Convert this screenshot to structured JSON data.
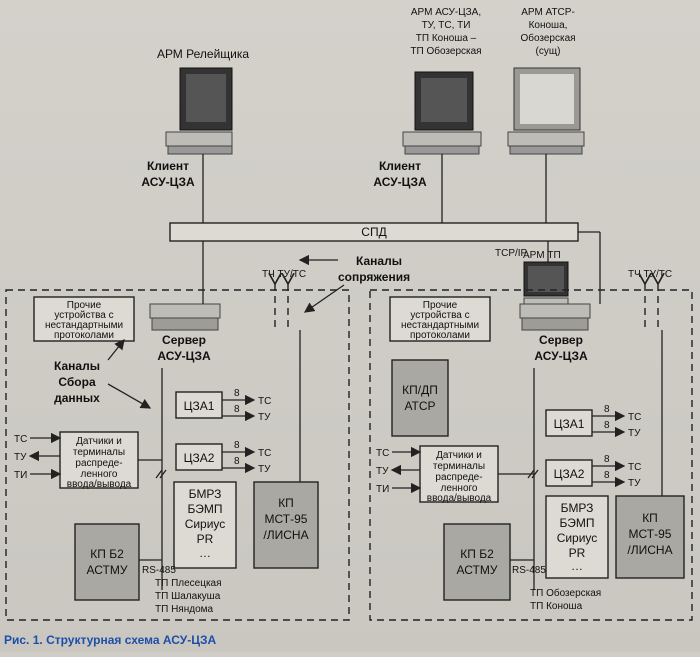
{
  "workstations": {
    "relay": [
      "АРМ Релейщика"
    ],
    "asu": [
      "АРМ АСУ-ЦЗА,",
      "ТУ, ТС, ТИ",
      "ТП Коноша –",
      "ТП Обозерская"
    ],
    "atsr": [
      "АРМ АТСР-",
      "Коноша,",
      "Обозерская",
      "(сущ)"
    ],
    "tp": "АРМ ТП"
  },
  "clients": {
    "left": [
      "Клиент",
      "АСУ-ЦЗА"
    ],
    "right": [
      "Клиент",
      "АСУ-ЦЗА"
    ]
  },
  "spd": "СПД",
  "tcpip": "TCP/IP",
  "interface_channels": [
    "Каналы",
    "сопряжения"
  ],
  "tc_tu_ts": "ТЧ ТУ/ТС",
  "server": [
    "Сервер",
    "АСУ-ЦЗА"
  ],
  "other_devices": [
    "Прочие",
    "устройства с",
    "нестандартными",
    "протоколами"
  ],
  "collection_channels": [
    "Каналы",
    "Сбора",
    "данных"
  ],
  "cza1": "ЦЗА1",
  "cza2": "ЦЗА2",
  "bus_count": "8",
  "signal_ts": "ТС",
  "signal_tu": "ТУ",
  "signal_ti": "ТИ",
  "sensors": [
    "Датчики и",
    "терминалы",
    "распреде-",
    "ленного",
    "ввода/вывода"
  ],
  "relays": [
    "БМРЗ",
    "БЭМП",
    "Сириус",
    "PR",
    "…"
  ],
  "kp_mst_left": [
    "КП",
    "МСТ-95",
    "/ЛИСНА"
  ],
  "kp_mst_right": [
    "КП",
    "МСТ-95",
    "/ЛИСНА"
  ],
  "kp_b2": [
    "КП Б2",
    "АСТМУ"
  ],
  "rs485": "RS-485",
  "kp_dp": [
    "КП/ДП",
    "АТСР"
  ],
  "left_stations": [
    "ТП Плесецкая",
    "ТП Шалакушa",
    "ТП Няндома"
  ],
  "right_stations": [
    "ТП Обозерская",
    "ТП Коноша"
  ],
  "caption": "Рис. 1. Структурная схема АСУ-ЦЗА"
}
